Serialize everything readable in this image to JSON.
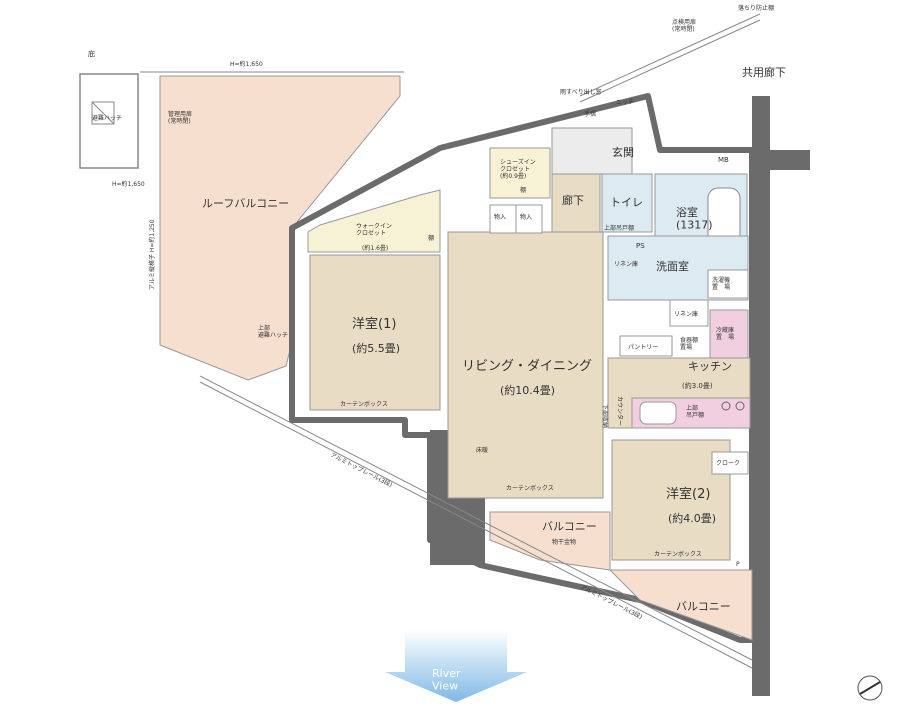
{
  "colors": {
    "wall": "#6b6b6b",
    "floor": "#e8dcc4",
    "balcony": "#f7dfd0",
    "wet": "#dcebf2",
    "kitchen_fixture": "#f1cfe0",
    "river": "#7fb9e6"
  },
  "labels": {
    "eaves": "庇",
    "dim_top": "H=約1,650",
    "dim_left": "H=約1,650",
    "dim_vert": "アルミ縦格子 H=約1,250",
    "evac_hatch": "避難ハッチ",
    "pipe_space_note": "管理用扉\n(常時閉)",
    "roof_balcony": "ルーフバルコニー",
    "fall_prevention": "落ちり防止棚",
    "inspection": "点検用扉\n(常時閉)",
    "common_corridor": "共用廊下",
    "skid_rail": "雨すべり出し窓",
    "niche": "ニッチ",
    "handrail": "手摺",
    "entrance": "玄関",
    "mb": "MB",
    "shoes_closet": "シューズイン\nクロゼット\n(約0.9畳)",
    "shelf": "棚",
    "corridor": "廊下",
    "toilet": "トイレ",
    "upper_cabinet": "上部吊戸棚",
    "bath": "浴室\n(1317)",
    "ps": "PS",
    "linen": "リネン庫",
    "washroom": "洗面室",
    "washer": "洗濯機\n置　場",
    "storage1": "物入",
    "storage2": "物入",
    "walkin": "ウォークイン\nクロゼット",
    "walkin_size": "(約1.6畳)",
    "shelf2": "棚",
    "western1": "洋室(1)",
    "western1_size": "(約5.5畳)",
    "curtain_box": "カーテンボックス",
    "upper_hatch": "上部\n避難ハッチ",
    "living": "リビング・ダイニング",
    "living_size": "(約10.4畳)",
    "floor_heating": "床暖",
    "linen2": "リネン庫",
    "pantry": "パントリー",
    "dish_storage": "食器棚\n置場",
    "fridge": "冷蔵庫\n置　場",
    "kitchen": "キッチン",
    "kitchen_size": "(約3.0畳)",
    "counter": "カウンター",
    "lower_storage": "下部収納",
    "upper_cabinet2": "上部\n吊戸棚",
    "closet": "クローク",
    "western2": "洋室(2)",
    "western2_size": "(約4.0畳)",
    "balcony1": "バルコニー",
    "drying": "物干金物",
    "balcony2": "バルコニー",
    "alu_rail1": "アルミトップレール(3段)",
    "alu_rail2": "アルミトップレール(3段)",
    "p_mark": "P",
    "river_view": "River\nView"
  }
}
